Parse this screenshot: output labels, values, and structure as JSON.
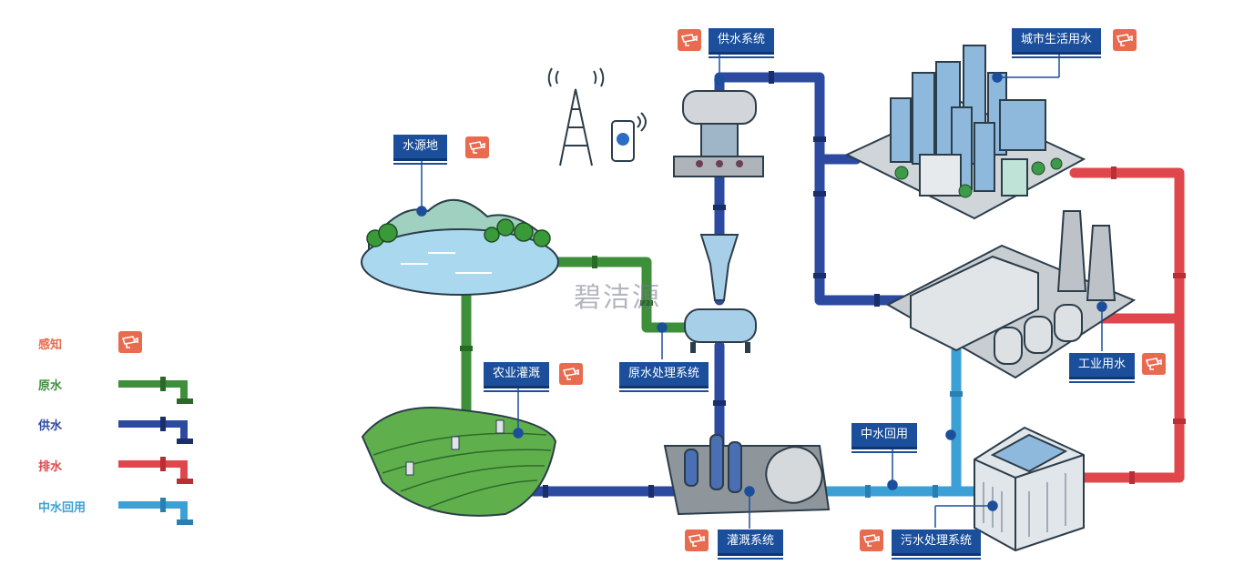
{
  "labels": {
    "water_source": "水源地",
    "water_supply_system": "供水系统",
    "urban_water": "城市生活用水",
    "agri_irrigation": "农业灌溉",
    "raw_water_treatment": "原水处理系统",
    "industrial_water": "工业用水",
    "reclaimed_reuse": "中水回用",
    "irrigation_system": "灌溉系统",
    "sewage_treatment": "污水处理系统"
  },
  "legend": {
    "sensing": "感知",
    "raw_water": "原水",
    "supply_water": "供水",
    "drain_water": "排水",
    "reclaimed_water": "中水回用"
  },
  "colors": {
    "sensing": "#e86a4f",
    "raw_water": "#3d8f3a",
    "supply_water": "#2b4aa0",
    "drain_water": "#e0474c",
    "reclaimed_water": "#3aa0d6",
    "label_bg": "#1b4f9c"
  },
  "watermark": "碧洁源"
}
